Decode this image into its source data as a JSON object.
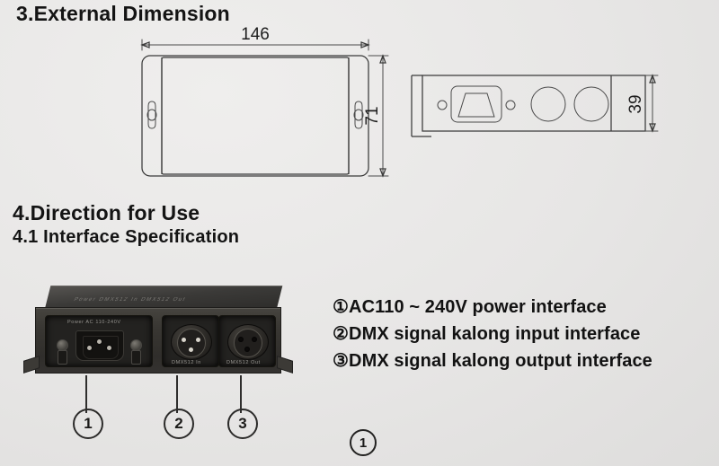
{
  "document": {
    "page_number": "1"
  },
  "sections": {
    "external_dimension": {
      "heading": "3.External Dimension",
      "drawing": {
        "top_view": {
          "width_label": "146",
          "height_label": "71"
        },
        "side_view": {
          "height_label": "39"
        }
      }
    },
    "direction_for_use": {
      "heading": "4.Direction for Use",
      "sub_heading": "4.1 Interface Specification"
    }
  },
  "device_photo": {
    "power_panel_label": "Power AC 110-240V",
    "dmx_in_label": "DMX512 In",
    "dmx_out_label": "DMX512 Out",
    "top_silkscreen": "Power   DMX512 In   DMX512 Out",
    "callouts": [
      {
        "number": "1"
      },
      {
        "number": "2"
      },
      {
        "number": "3"
      }
    ]
  },
  "legend": {
    "items": [
      {
        "marker": "①",
        "text": "AC110 ~ 240V power interface"
      },
      {
        "marker": "②",
        "text": "DMX signal kalong input interface"
      },
      {
        "marker": "③",
        "text": "DMX signal kalong output interface"
      }
    ]
  },
  "colors": {
    "paper": "#e9e8e7",
    "ink": "#1a1a1a",
    "line": "#3a3a3a",
    "device_body": "#343230"
  }
}
